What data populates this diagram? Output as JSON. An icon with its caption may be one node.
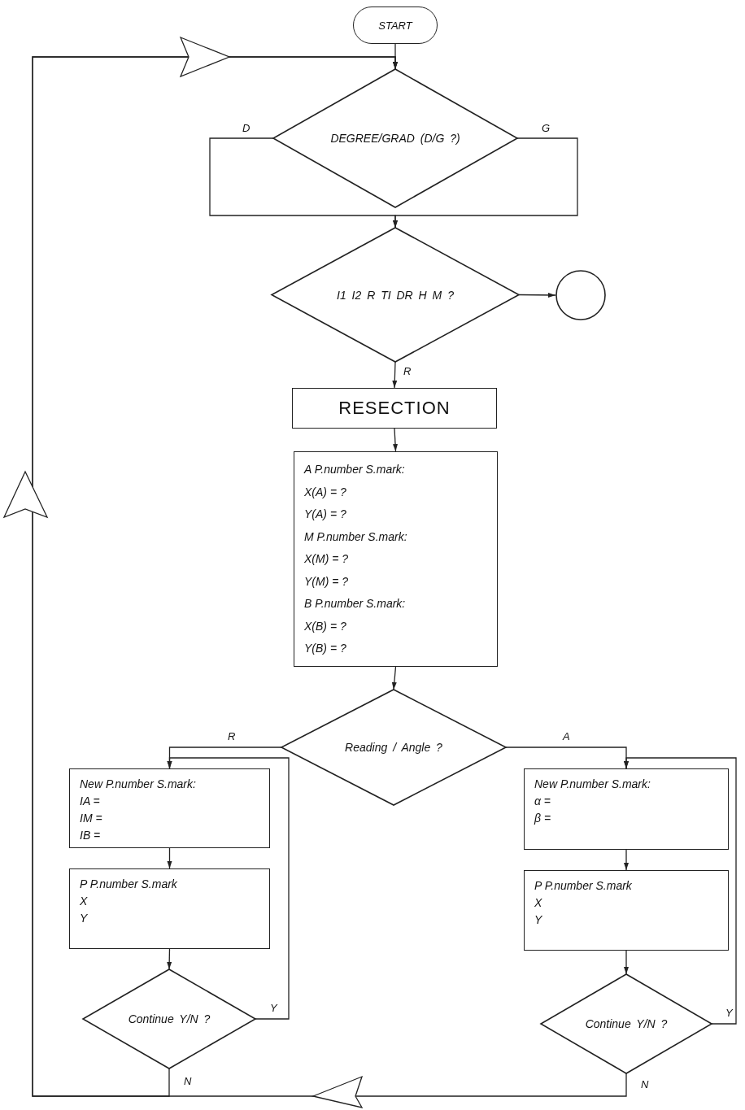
{
  "diagram": {
    "nodes": [
      {
        "text": [
          "START"
        ]
      },
      {
        "text": [
          "DEGREE/GRAD (D/G ?)"
        ]
      },
      {
        "text": [
          "I1 I2 R TI DR H M ?"
        ]
      },
      {
        "text": [],
        "shape": "circle"
      },
      {
        "text": [
          "RESECTION"
        ]
      },
      {
        "text": [
          "A P.number S.mark:",
          "X(A) = ?",
          "Y(A) = ?",
          "M P.number S.mark:",
          "X(M) = ?",
          "Y(M) = ?",
          "B P.number S.mark:",
          "X(B) = ?",
          "Y(B) = ?"
        ]
      },
      {
        "text": [
          "Reading / Angle ?"
        ]
      },
      {
        "text": [
          "New P.number S.mark:",
          "IA =",
          "IM =",
          "IB ="
        ]
      },
      {
        "text": [
          "P P.number S.mark",
          "X",
          "Y"
        ]
      },
      {
        "text": [
          "Continue Y/N ?"
        ]
      },
      {
        "text": [
          "New P.number S.mark:",
          "α =",
          "β ="
        ]
      },
      {
        "text": [
          "P P.number S.mark",
          "X",
          "Y"
        ]
      },
      {
        "text": [
          "Continue Y/N ?"
        ]
      }
    ],
    "edges": [
      {
        "from": 0,
        "to": 1,
        "arrow": "to"
      },
      {
        "from": 1,
        "to": 2,
        "arrow": "to",
        "label": "D"
      },
      {
        "from": 1,
        "to": 2,
        "arrow": "to",
        "label": "G"
      },
      {
        "from": 2,
        "to": 3,
        "arrow": "to"
      },
      {
        "from": 2,
        "to": 4,
        "arrow": "to",
        "label": "R"
      },
      {
        "from": 4,
        "to": 5,
        "arrow": "to"
      },
      {
        "from": 5,
        "to": 6,
        "arrow": "to"
      },
      {
        "from": 6,
        "to": 7,
        "arrow": "to",
        "label": "R"
      },
      {
        "from": 6,
        "to": 10,
        "arrow": "to",
        "label": "A"
      },
      {
        "from": 7,
        "to": 8,
        "arrow": "to"
      },
      {
        "from": 8,
        "to": 9,
        "arrow": "to"
      },
      {
        "from": 9,
        "to": 7,
        "arrow": "to",
        "label": "Y"
      },
      {
        "from": 10,
        "to": 11,
        "arrow": "to"
      },
      {
        "from": 11,
        "to": 12,
        "arrow": "to"
      },
      {
        "from": 12,
        "to": 10,
        "arrow": "to",
        "label": "Y"
      },
      {
        "from": 9,
        "to": 1,
        "arrow": "to",
        "label": "N"
      },
      {
        "from": 12,
        "to": 1,
        "arrow": "to",
        "label": "N"
      }
    ]
  }
}
